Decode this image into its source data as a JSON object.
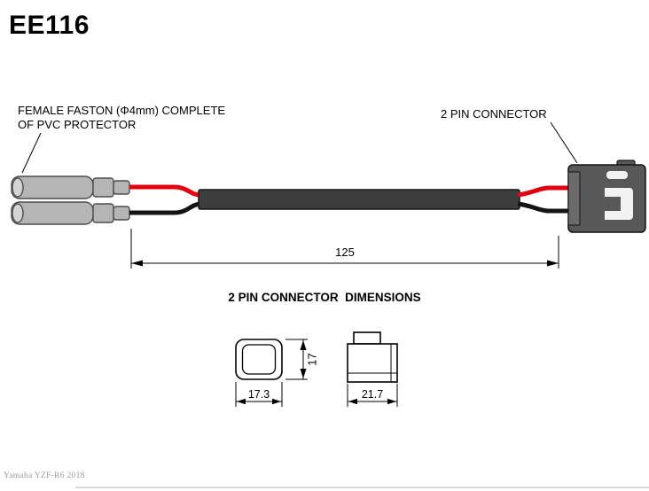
{
  "page": {
    "title": "EE116",
    "watermark": "Yamaha YZF-R6 2018"
  },
  "callouts": {
    "faston_line1": "FEMALE FASTON (Φ4mm) COMPLETE",
    "faston_line2": "OF PVC PROTECTOR",
    "connector_label": "2 PIN CONNECTOR"
  },
  "section": {
    "dimensions_title": "2 PIN CONNECTOR  DIMENSIONS"
  },
  "dimensions": {
    "cable_length": "125",
    "connector_height": "17",
    "connector_width": "17.3",
    "connector_depth": "21.7"
  },
  "colors": {
    "wire_red": "#e3000f",
    "wire_black": "#141414",
    "cable_sheath": "#3d3d3d",
    "terminal_gray": "#b5b5b5",
    "terminal_light": "#d4d4d4",
    "connector_body": "#585858",
    "connector_flange": "#6b6b6b",
    "connector_slot": "#f2f2f2"
  }
}
